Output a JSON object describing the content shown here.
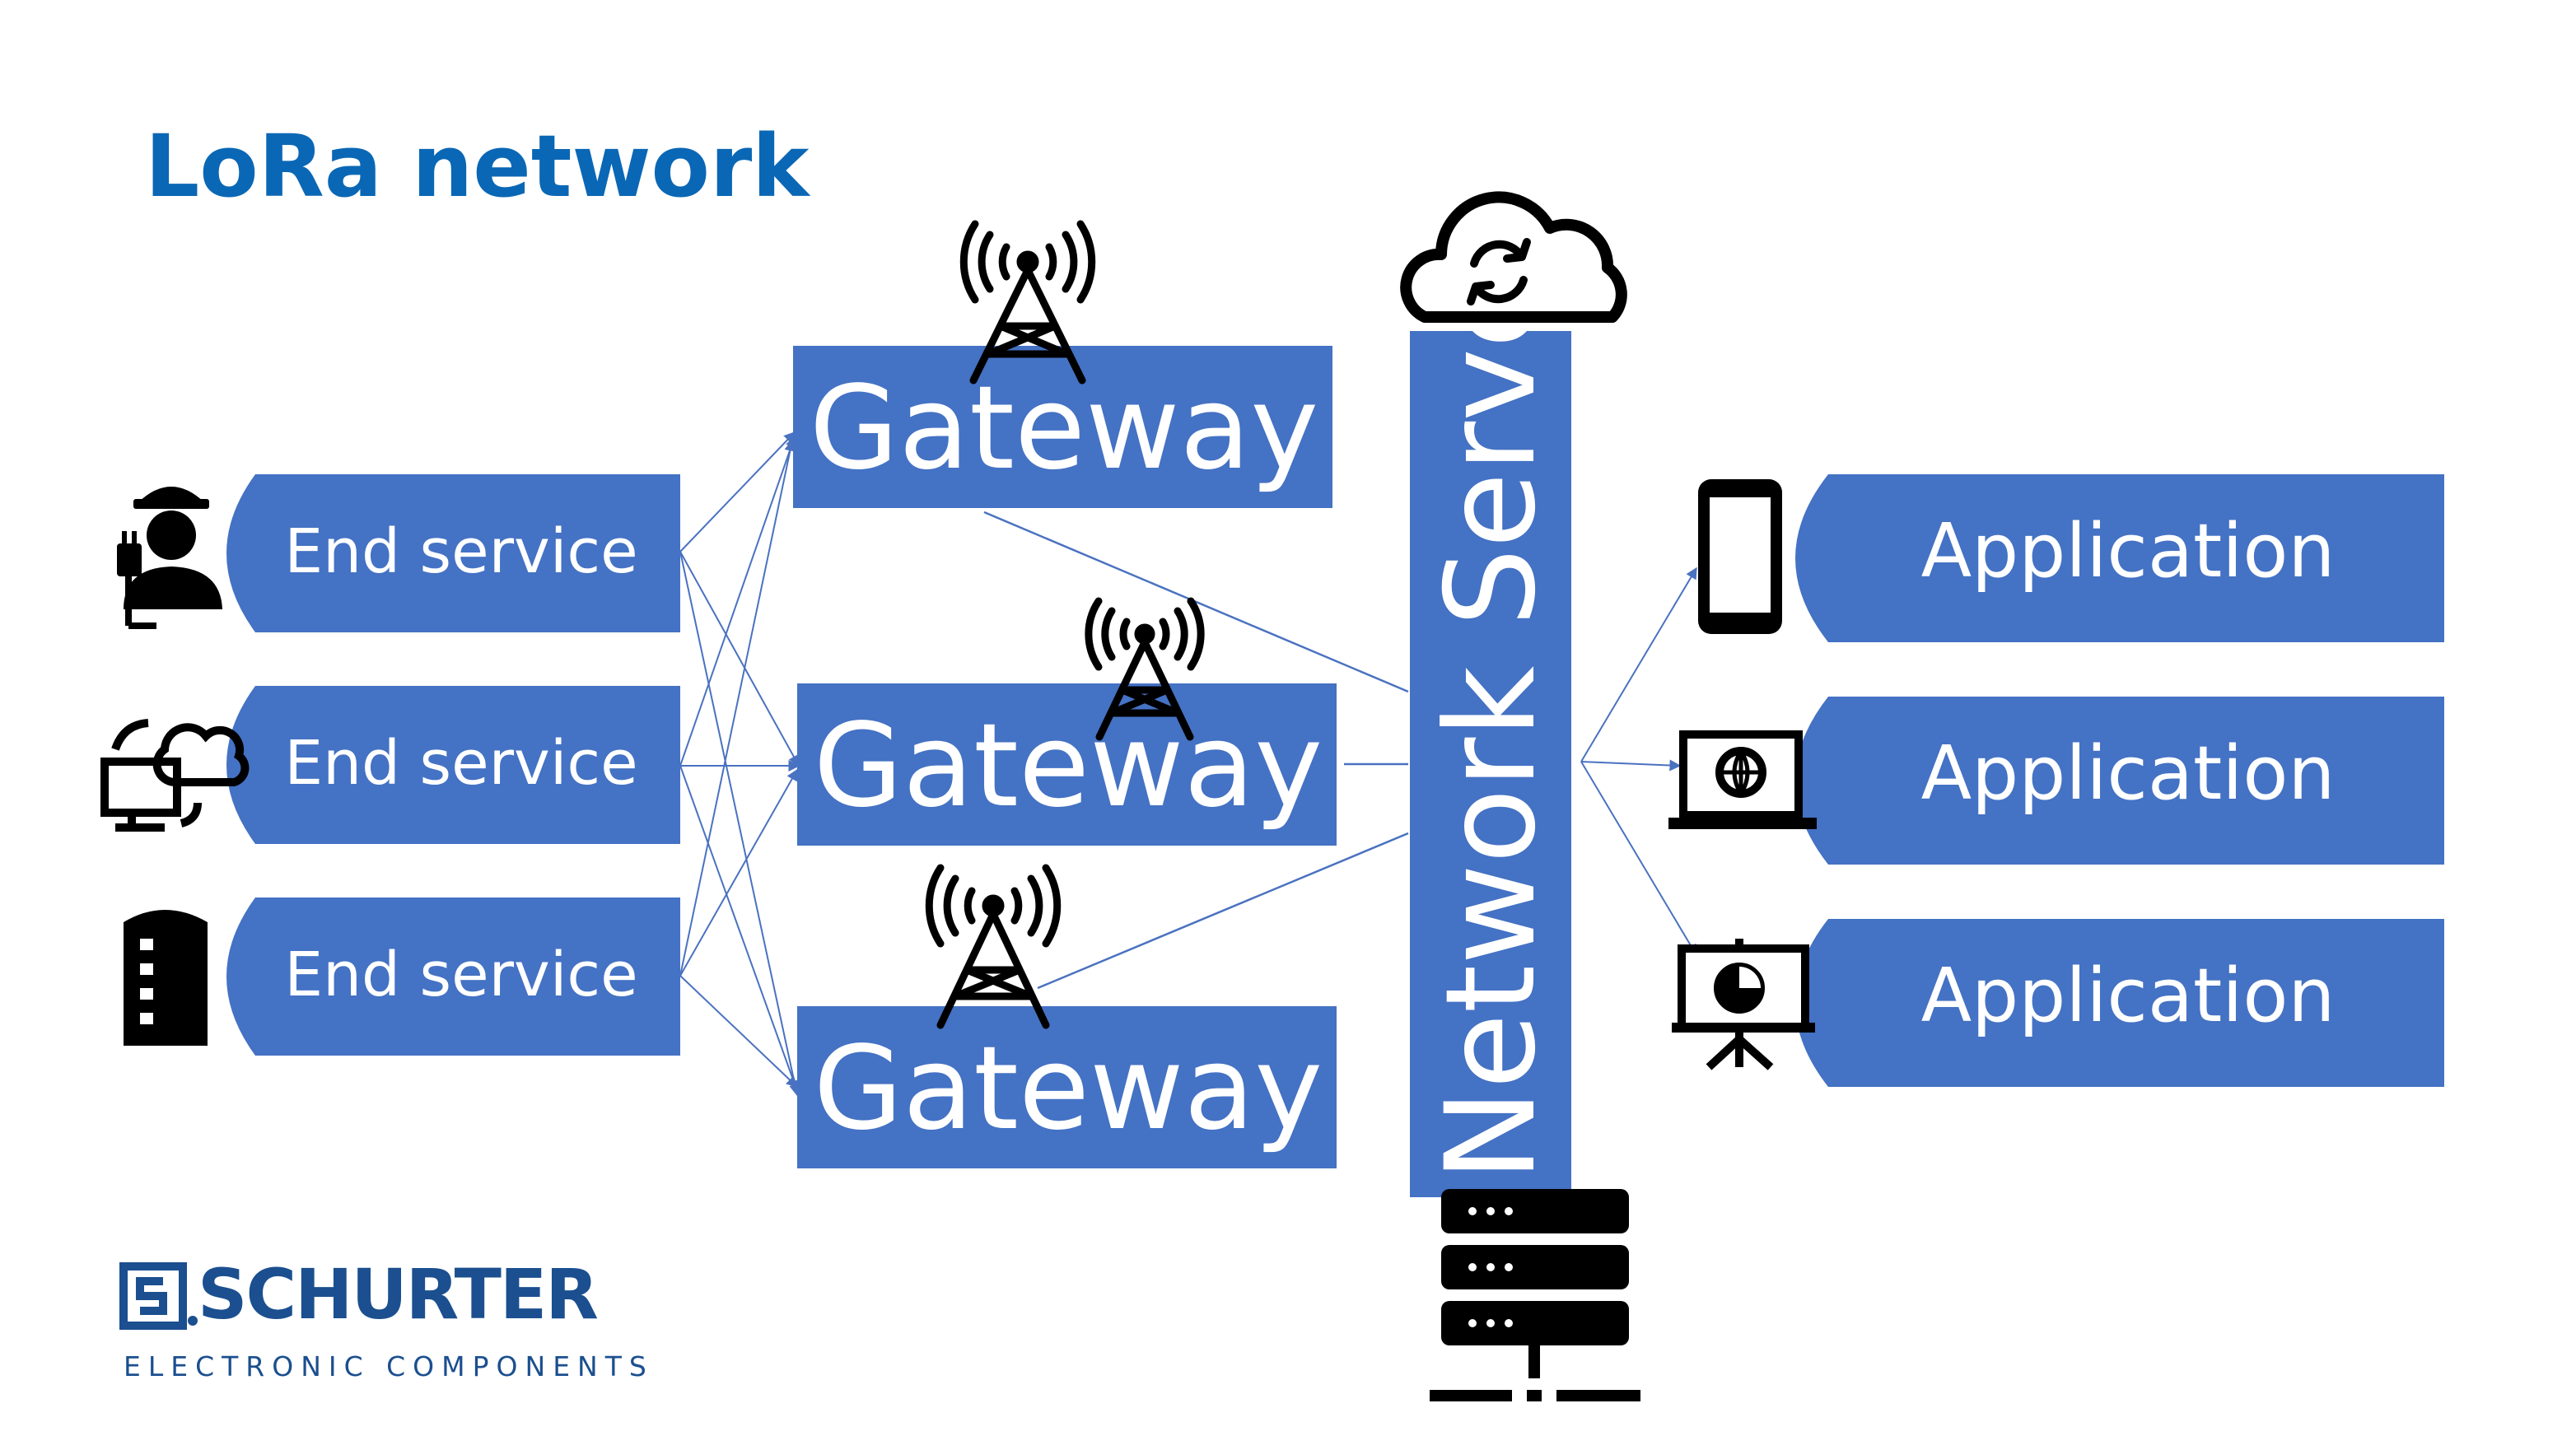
{
  "title": "LoRa network",
  "colors": {
    "title": "#0a67b5",
    "box": "#4472c4",
    "box_text": "#ffffff",
    "arrow": "#4a72c0",
    "logo": "#1b4f8f"
  },
  "end_services": [
    {
      "label": "End service",
      "icon": "worker-plug-icon"
    },
    {
      "label": "End service",
      "icon": "monitor-cloud-sync-icon"
    },
    {
      "label": "End service",
      "icon": "building-icon"
    }
  ],
  "gateways": [
    {
      "label": "Gateway",
      "icon": "radio-tower-icon"
    },
    {
      "label": "Gateway",
      "icon": "radio-tower-icon"
    },
    {
      "label": "Gateway",
      "icon": "radio-tower-icon"
    }
  ],
  "network_server": {
    "label": "Network Server",
    "top_icon": "cloud-sync-icon",
    "bottom_icon": "server-rack-icon"
  },
  "applications": [
    {
      "label": "Application",
      "icon": "smartphone-icon"
    },
    {
      "label": "Application",
      "icon": "laptop-globe-icon"
    },
    {
      "label": "Application",
      "icon": "presentation-chart-icon"
    }
  ],
  "logo": {
    "name": "SCHURTER",
    "tagline": "ELECTRONIC COMPONENTS"
  }
}
